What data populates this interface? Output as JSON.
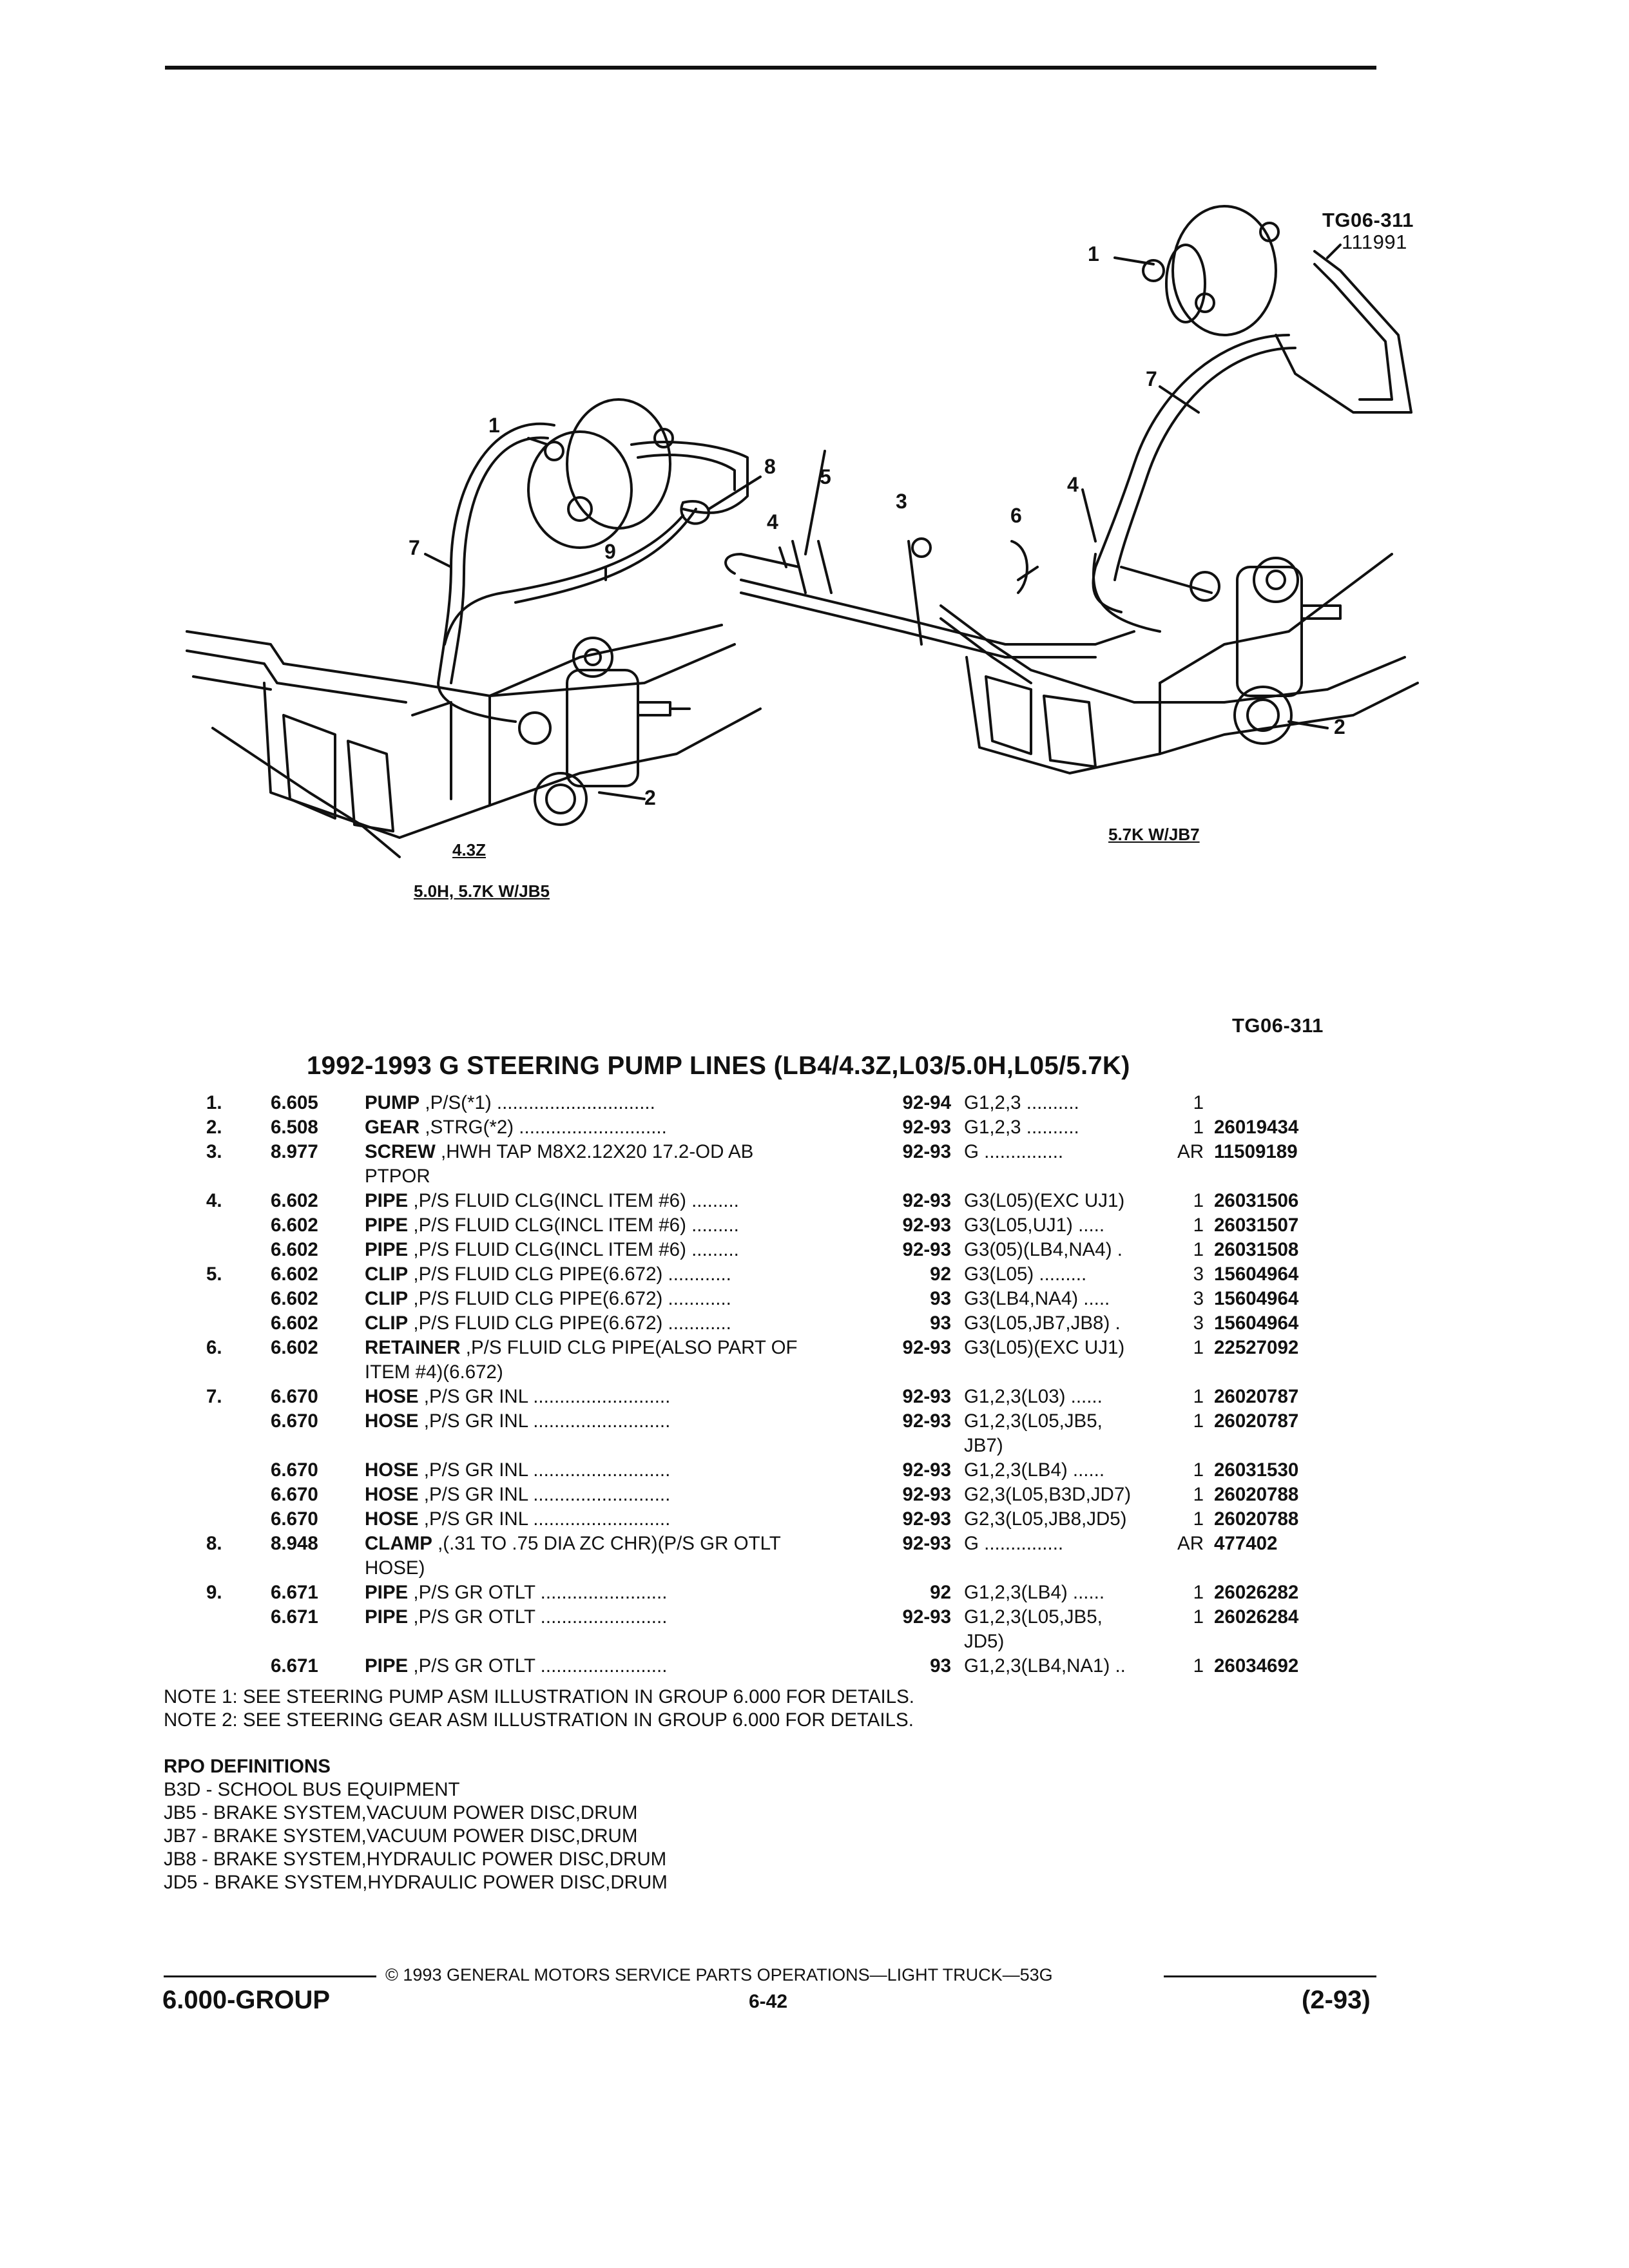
{
  "figure": {
    "ref_top": "TG06-311",
    "ref_sub": "111991",
    "ref_bottom": "TG06-311",
    "caption_left_1": "4.3Z",
    "caption_left_2": "5.0H, 5.7K W/JB5",
    "caption_right": "5.7K W/JB7",
    "callouts_left": [
      "1",
      "7",
      "9",
      "8",
      "2"
    ],
    "callouts_middle": [
      "5",
      "4",
      "3",
      "6"
    ],
    "callouts_right": [
      "1",
      "7",
      "4",
      "2"
    ]
  },
  "title": "1992-1993 G STEERING PUMP LINES (LB4/4.3Z,L03/5.0H,L05/5.7K)",
  "rows": [
    {
      "item": "1.",
      "group": "6.605",
      "name": "PUMP",
      "desc": " ,P/S(*1) ..............................",
      "year": "92-94",
      "model": "G1,2,3   ..........",
      "qty": "1",
      "part": ""
    },
    {
      "item": "2.",
      "group": "6.508",
      "name": "GEAR",
      "desc": " ,STRG(*2) ............................",
      "year": "92-93",
      "model": "G1,2,3   ..........",
      "qty": "1",
      "part": "26019434"
    },
    {
      "item": "3.",
      "group": "8.977",
      "name": "SCREW",
      "desc": " ,HWH TAP M8X2.12X20 17.2-OD AB",
      "year": "92-93",
      "model": "G ...............",
      "qty": "AR",
      "part": "11509189"
    },
    {
      "item": "",
      "group": "",
      "name": "",
      "desc": "PTPOR",
      "year": "",
      "model": "",
      "qty": "",
      "part": ""
    },
    {
      "item": "4.",
      "group": "6.602",
      "name": "PIPE",
      "desc": " ,P/S FLUID CLG(INCL ITEM #6) .........",
      "year": "92-93",
      "model": "G3(L05)(EXC UJ1)",
      "qty": "1",
      "part": "26031506"
    },
    {
      "item": "",
      "group": "6.602",
      "name": "PIPE",
      "desc": " ,P/S FLUID CLG(INCL ITEM #6) .........",
      "year": "92-93",
      "model": "G3(L05,UJ1) .....",
      "qty": "1",
      "part": "26031507"
    },
    {
      "item": "",
      "group": "6.602",
      "name": "PIPE",
      "desc": " ,P/S FLUID CLG(INCL ITEM #6) .........",
      "year": "92-93",
      "model": "G3(05)(LB4,NA4) .",
      "qty": "1",
      "part": "26031508"
    },
    {
      "item": "5.",
      "group": "6.602",
      "name": "CLIP",
      "desc": " ,P/S FLUID CLG PIPE(6.672) ............",
      "year": "92",
      "model": "G3(L05) .........",
      "qty": "3",
      "part": "15604964"
    },
    {
      "item": "",
      "group": "6.602",
      "name": "CLIP",
      "desc": " ,P/S FLUID CLG PIPE(6.672) ............",
      "year": "93",
      "model": "G3(LB4,NA4) .....",
      "qty": "3",
      "part": "15604964"
    },
    {
      "item": "",
      "group": "6.602",
      "name": "CLIP",
      "desc": " ,P/S FLUID CLG PIPE(6.672) ............",
      "year": "93",
      "model": "G3(L05,JB7,JB8) .",
      "qty": "3",
      "part": "15604964"
    },
    {
      "item": "6.",
      "group": "6.602",
      "name": "RETAINER",
      "desc": " ,P/S FLUID CLG PIPE(ALSO PART OF",
      "year": "92-93",
      "model": "G3(L05)(EXC UJ1)",
      "qty": "1",
      "part": "22527092"
    },
    {
      "item": "",
      "group": "",
      "name": "",
      "desc": "ITEM #4)(6.672)",
      "year": "",
      "model": "",
      "qty": "",
      "part": ""
    },
    {
      "item": "7.",
      "group": "6.670",
      "name": "HOSE",
      "desc": " ,P/S GR INL ..........................",
      "year": "92-93",
      "model": "G1,2,3(L03) ......",
      "qty": "1",
      "part": "26020787"
    },
    {
      "item": "",
      "group": "6.670",
      "name": "HOSE",
      "desc": " ,P/S GR INL ..........................",
      "year": "92-93",
      "model": "G1,2,3(L05,JB5,",
      "qty": "1",
      "part": "26020787"
    },
    {
      "item": "",
      "group": "",
      "name": "",
      "desc": "",
      "year": "",
      "model": "JB7)",
      "qty": "",
      "part": ""
    },
    {
      "item": "",
      "group": "6.670",
      "name": "HOSE",
      "desc": " ,P/S GR INL ..........................",
      "year": "92-93",
      "model": "G1,2,3(LB4) ......",
      "qty": "1",
      "part": "26031530"
    },
    {
      "item": "",
      "group": "6.670",
      "name": "HOSE",
      "desc": " ,P/S GR INL ..........................",
      "year": "92-93",
      "model": "G2,3(L05,B3D,JD7)",
      "qty": "1",
      "part": "26020788"
    },
    {
      "item": "",
      "group": "6.670",
      "name": "HOSE",
      "desc": " ,P/S GR INL ..........................",
      "year": "92-93",
      "model": "G2,3(L05,JB8,JD5)",
      "qty": "1",
      "part": "26020788"
    },
    {
      "item": "8.",
      "group": "8.948",
      "name": "CLAMP",
      "desc": " ,(.31 TO .75 DIA ZC CHR)(P/S GR OTLT",
      "year": "92-93",
      "model": "G ...............",
      "qty": "AR",
      "part": "477402"
    },
    {
      "item": "",
      "group": "",
      "name": "",
      "desc": "HOSE)",
      "year": "",
      "model": "",
      "qty": "",
      "part": ""
    },
    {
      "item": "9.",
      "group": "6.671",
      "name": "PIPE",
      "desc": " ,P/S GR OTLT ........................",
      "year": "92",
      "model": "G1,2,3(LB4) ......",
      "qty": "1",
      "part": "26026282"
    },
    {
      "item": "",
      "group": "6.671",
      "name": "PIPE",
      "desc": " ,P/S GR OTLT ........................",
      "year": "92-93",
      "model": "G1,2,3(L05,JB5,",
      "qty": "1",
      "part": "26026284"
    },
    {
      "item": "",
      "group": "",
      "name": "",
      "desc": "",
      "year": "",
      "model": "JD5)",
      "qty": "",
      "part": ""
    },
    {
      "item": "",
      "group": "6.671",
      "name": "PIPE",
      "desc": " ,P/S GR OTLT ........................",
      "year": "93",
      "model": "G1,2,3(LB4,NA1) ..",
      "qty": "1",
      "part": "26034692"
    }
  ],
  "notes": [
    "NOTE  1:  SEE STEERING PUMP ASM ILLUSTRATION IN GROUP 6.000 FOR DETAILS.",
    "NOTE  2:  SEE STEERING GEAR ASM ILLUSTRATION IN GROUP 6.000 FOR DETAILS."
  ],
  "rpo": {
    "heading": "RPO DEFINITIONS",
    "items": [
      "B3D - SCHOOL BUS EQUIPMENT",
      "JB5 - BRAKE SYSTEM,VACUUM POWER DISC,DRUM",
      "JB7 - BRAKE SYSTEM,VACUUM POWER DISC,DRUM",
      "JB8 - BRAKE SYSTEM,HYDRAULIC POWER DISC,DRUM",
      "JD5 - BRAKE SYSTEM,HYDRAULIC POWER DISC,DRUM"
    ]
  },
  "footer": {
    "copyright": "©  1993  GENERAL MOTORS SERVICE PARTS OPERATIONS—LIGHT TRUCK—53G",
    "group": "6.000-GROUP",
    "page": "6-42",
    "date": "(2-93)"
  }
}
